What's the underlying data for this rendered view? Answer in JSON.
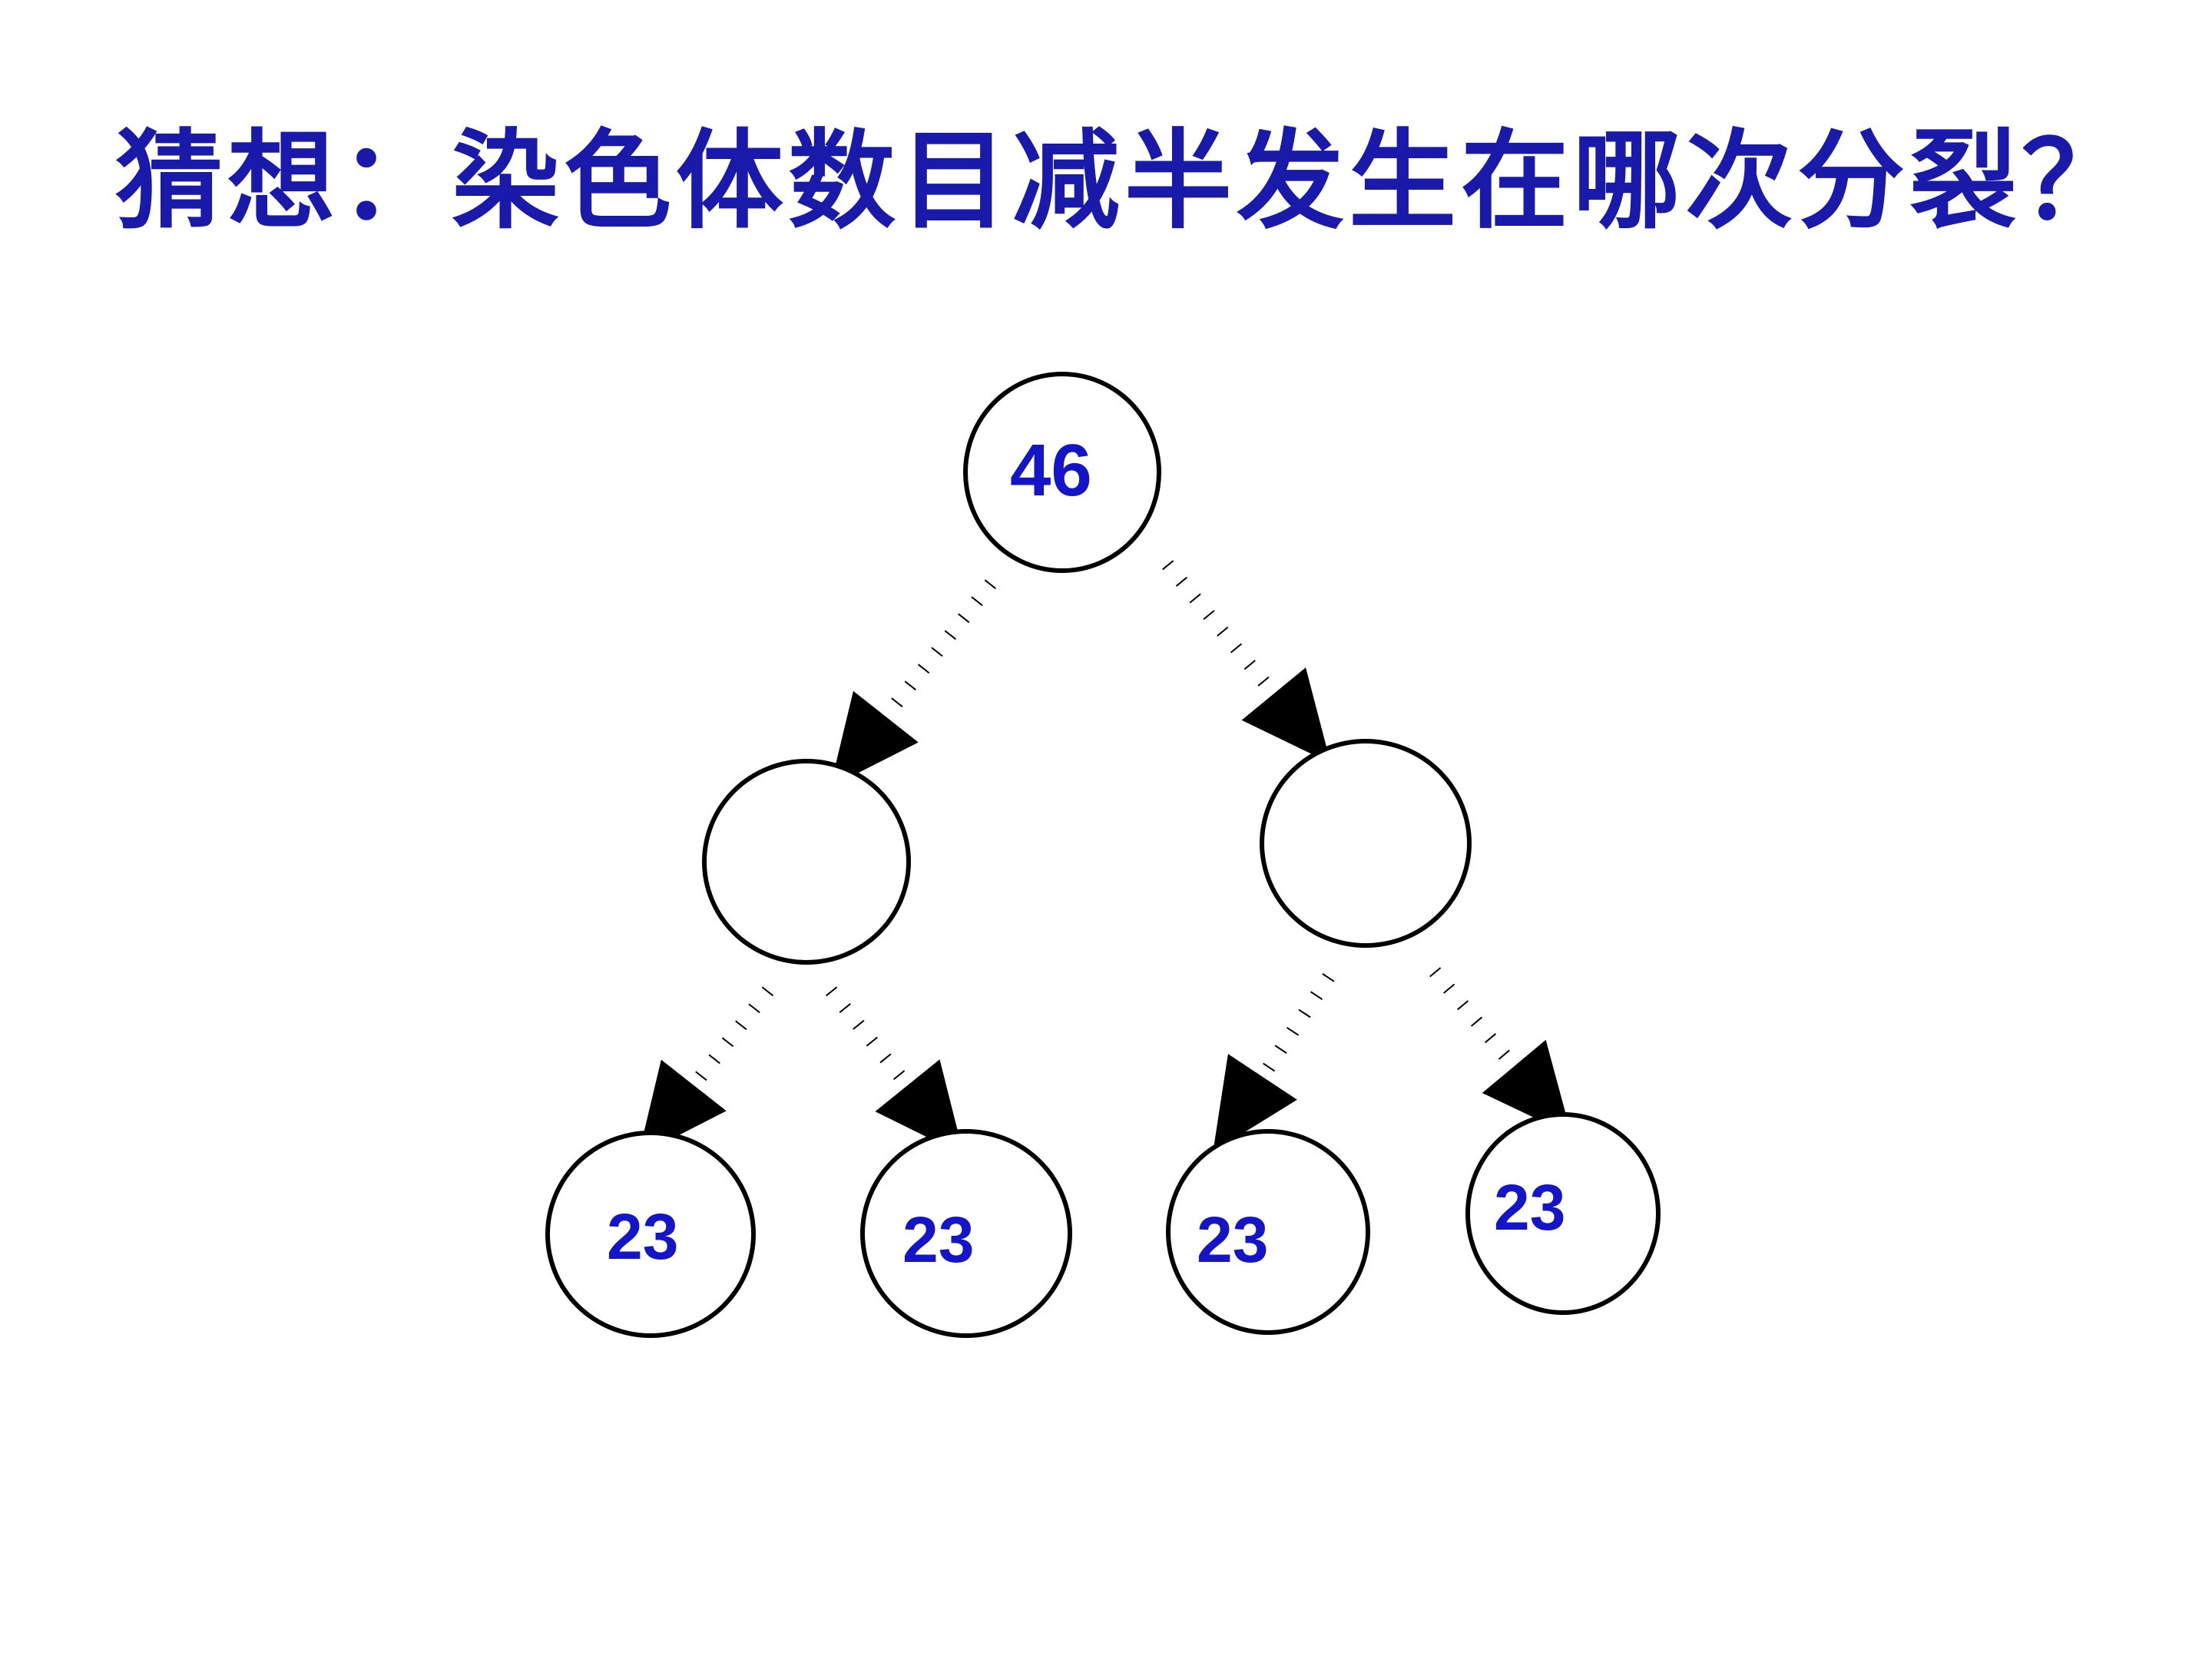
{
  "slide": {
    "background_color": "#ffffff",
    "title": "猜想：染色体数目减半发生在哪次分裂？",
    "title_color": "#1a1aaa"
  },
  "diagram": {
    "type": "cell-division-tree",
    "number_color": "#1515c8",
    "outline_color": "#000000",
    "arrow_style": "dotted",
    "generations": [
      {
        "name": "parent-cell",
        "cells": [
          {
            "id": "top",
            "label": "46"
          }
        ]
      },
      {
        "name": "first-division",
        "cells": [
          {
            "id": "mid-left",
            "label": ""
          },
          {
            "id": "mid-right",
            "label": ""
          }
        ]
      },
      {
        "name": "second-division",
        "cells": [
          {
            "id": "bot-1",
            "label": "23"
          },
          {
            "id": "bot-2",
            "label": "23"
          },
          {
            "id": "bot-3",
            "label": "23"
          },
          {
            "id": "bot-4",
            "label": "23"
          }
        ]
      }
    ]
  }
}
